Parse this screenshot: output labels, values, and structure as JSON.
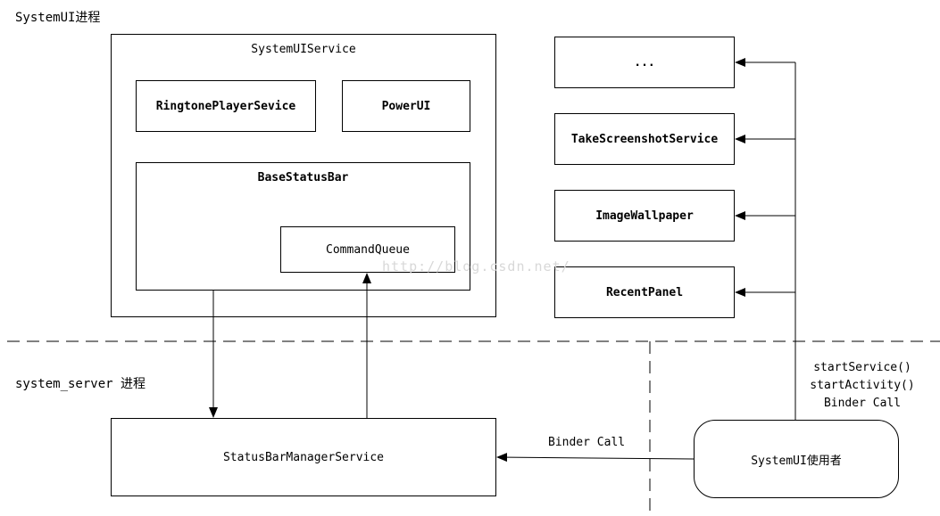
{
  "regions": {
    "top_label": "SystemUI进程",
    "bottom_label": "system_server 进程"
  },
  "systemui_service": {
    "title": "SystemUIService",
    "ringtone": "RingtonePlayerSevice",
    "power": "PowerUI",
    "base_status_bar": {
      "title": "BaseStatusBar",
      "command_queue": "CommandQueue"
    }
  },
  "right_services": {
    "ellipsis": "...",
    "screenshot": "TakeScreenshotService",
    "wallpaper": "ImageWallpaper",
    "recent": "RecentPanel"
  },
  "status_bar_manager": "StatusBarManagerService",
  "systemui_user": "SystemUI使用者",
  "calls": {
    "start_service": "startService()",
    "start_activity": "startActivity()",
    "binder_call_right": "Binder Call",
    "binder_call_bottom": "Binder Call"
  },
  "watermark": "http://blog.csdn.net/"
}
